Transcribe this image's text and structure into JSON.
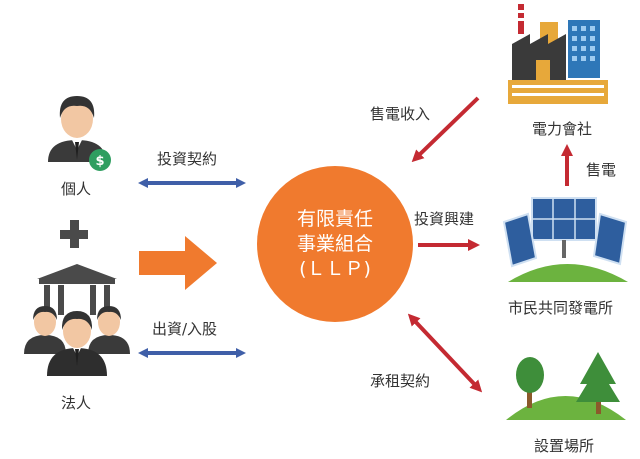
{
  "center": {
    "line1": "有限責任",
    "line2": "事業組合",
    "line3": "(ＬＬＰ)"
  },
  "nodes": {
    "individual": "個人",
    "corporation": "法人",
    "power_company": "電力會社",
    "citizen_plant": "市民共同發電所",
    "installation_site": "設置場所"
  },
  "edges": {
    "investment_contract": "投資契約",
    "contribution_share": "出資/入股",
    "electricity_revenue": "售電收入",
    "investment_build": "投資興建",
    "lease_contract": "承租契約",
    "sell_power": "售電"
  },
  "colors": {
    "center": "#F07A2E",
    "blue_arrow": "#3F5FA8",
    "red_arrow": "#C42A32",
    "orange_arrow": "#F07A2E"
  }
}
